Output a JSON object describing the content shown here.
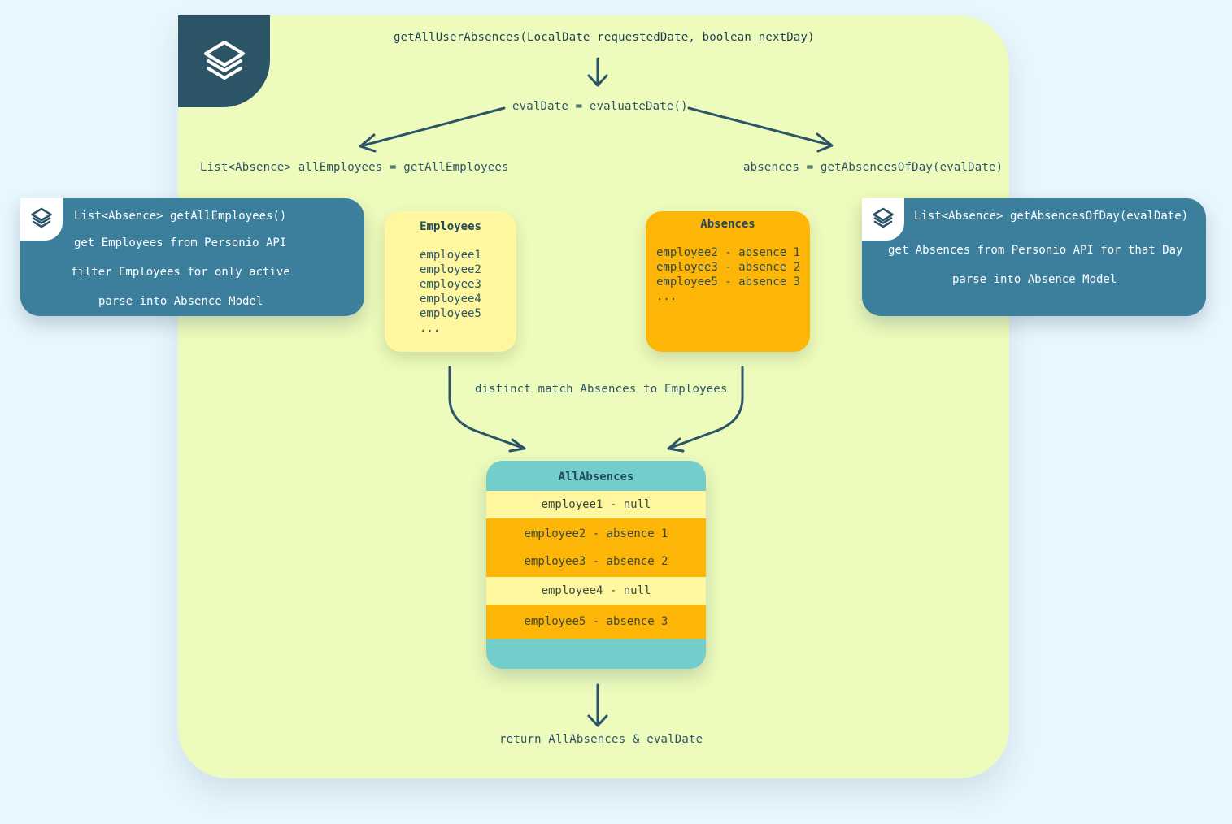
{
  "colors": {
    "background": "#e8f6fd",
    "panel": "#edfbbc",
    "logo_tab": "#2b5467",
    "side_card": "#3c7f9c",
    "employees_box": "#fef7a0",
    "absences_box": "#fdb608",
    "result_box": "#72cdcb",
    "text": "#2c5567"
  },
  "icons": {
    "logo": "layers-icon",
    "card": "layers-icon"
  },
  "flow": {
    "entry": "getAllUserAbsences(LocalDate requestedDate, boolean nextDay)",
    "eval_date": "evalDate = evaluateDate()",
    "left_assign": "List<Absence> allEmployees = getAllEmployees",
    "right_assign": "absences = getAbsencesOfDay(evalDate)",
    "match": "distinct match Absences to Employees",
    "return": "return AllAbsences & evalDate"
  },
  "left_card": {
    "title": "List<Absence> getAllEmployees()",
    "lines": [
      "get Employees from Personio API",
      "filter Employees for only active",
      "parse into Absence Model"
    ]
  },
  "right_card": {
    "title": "List<Absence> getAbsencesOfDay(evalDate)",
    "lines": [
      "get Absences from Personio API for that Day",
      "parse into Absence Model"
    ]
  },
  "employees_box": {
    "title": "Employees",
    "items": [
      "employee1",
      "employee2",
      "employee3",
      "employee4",
      "employee5",
      "..."
    ]
  },
  "absences_box": {
    "title": "Absences",
    "items": [
      "employee2 - absence 1",
      "employee3 - absence 2",
      "employee5 - absence 3",
      "..."
    ]
  },
  "all_absences": {
    "title": "AllAbsences",
    "rows": [
      {
        "text": "employee1 - null",
        "kind": "null"
      },
      {
        "text": "employee2 - absence 1",
        "kind": "absence"
      },
      {
        "text": "employee3 - absence 2",
        "kind": "absence"
      },
      {
        "text": "employee4 - null",
        "kind": "null"
      },
      {
        "text": "employee5 - absence 3",
        "kind": "absence"
      }
    ]
  }
}
